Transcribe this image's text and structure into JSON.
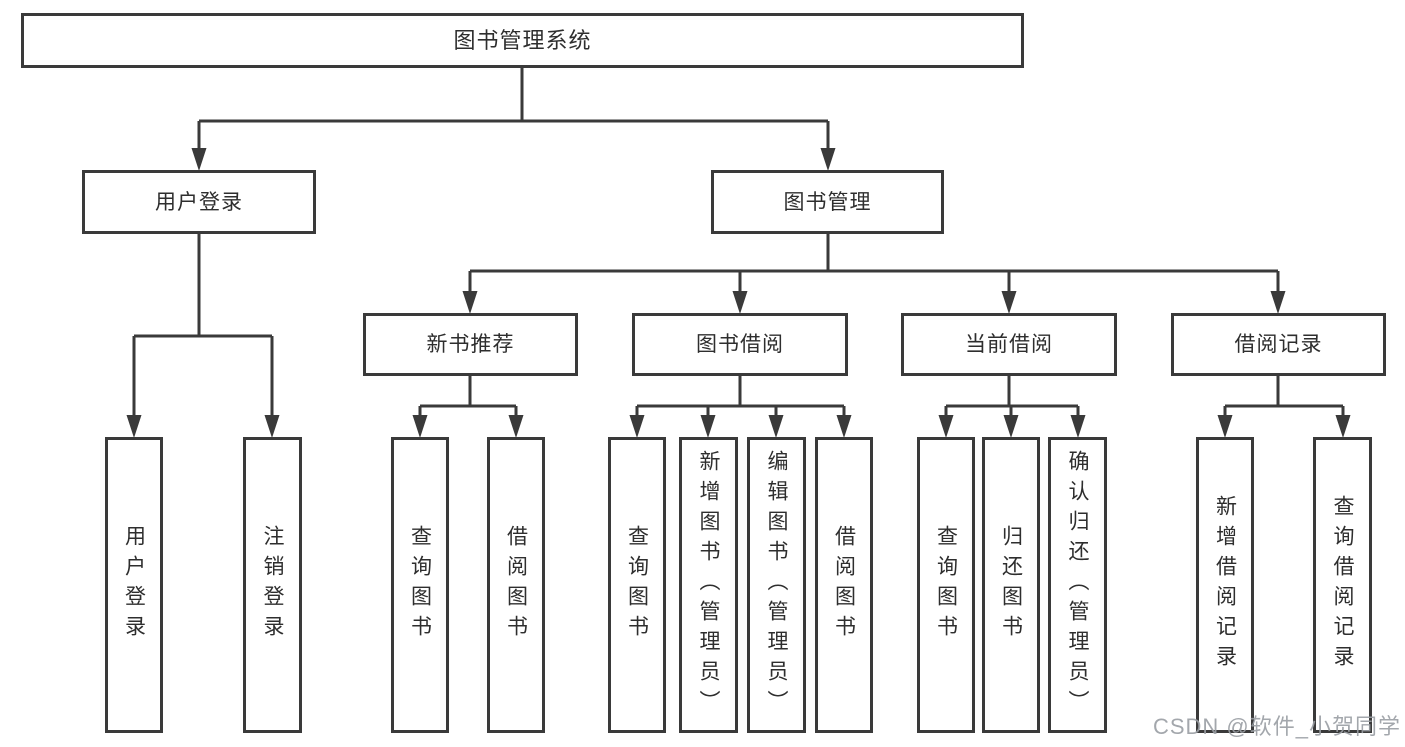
{
  "tree": {
    "label": "图书管理系统",
    "children": [
      {
        "label": "用户登录",
        "children": [
          {
            "label": "用户登录"
          },
          {
            "label": "注销登录"
          }
        ]
      },
      {
        "label": "图书管理",
        "children": [
          {
            "label": "新书推荐",
            "children": [
              {
                "label": "查询图书"
              },
              {
                "label": "借阅图书"
              }
            ]
          },
          {
            "label": "图书借阅",
            "children": [
              {
                "label": "查询图书"
              },
              {
                "label": "新增图书（管理员）"
              },
              {
                "label": "编辑图书（管理员）"
              },
              {
                "label": "借阅图书"
              }
            ]
          },
          {
            "label": "当前借阅",
            "children": [
              {
                "label": "查询图书"
              },
              {
                "label": "归还图书"
              },
              {
                "label": "确认归还（管理员）"
              }
            ]
          },
          {
            "label": "借阅记录",
            "children": [
              {
                "label": "新增借阅记录"
              },
              {
                "label": "查询借阅记录"
              }
            ]
          }
        ]
      }
    ]
  },
  "watermark": "CSDN @软件_小贺同学",
  "colors": {
    "line": "#3a3a3a",
    "node_border": "#3a3a3a",
    "node_text": "#2e2e2e",
    "background": "#ffffff",
    "watermark": "#9a9ea4"
  }
}
